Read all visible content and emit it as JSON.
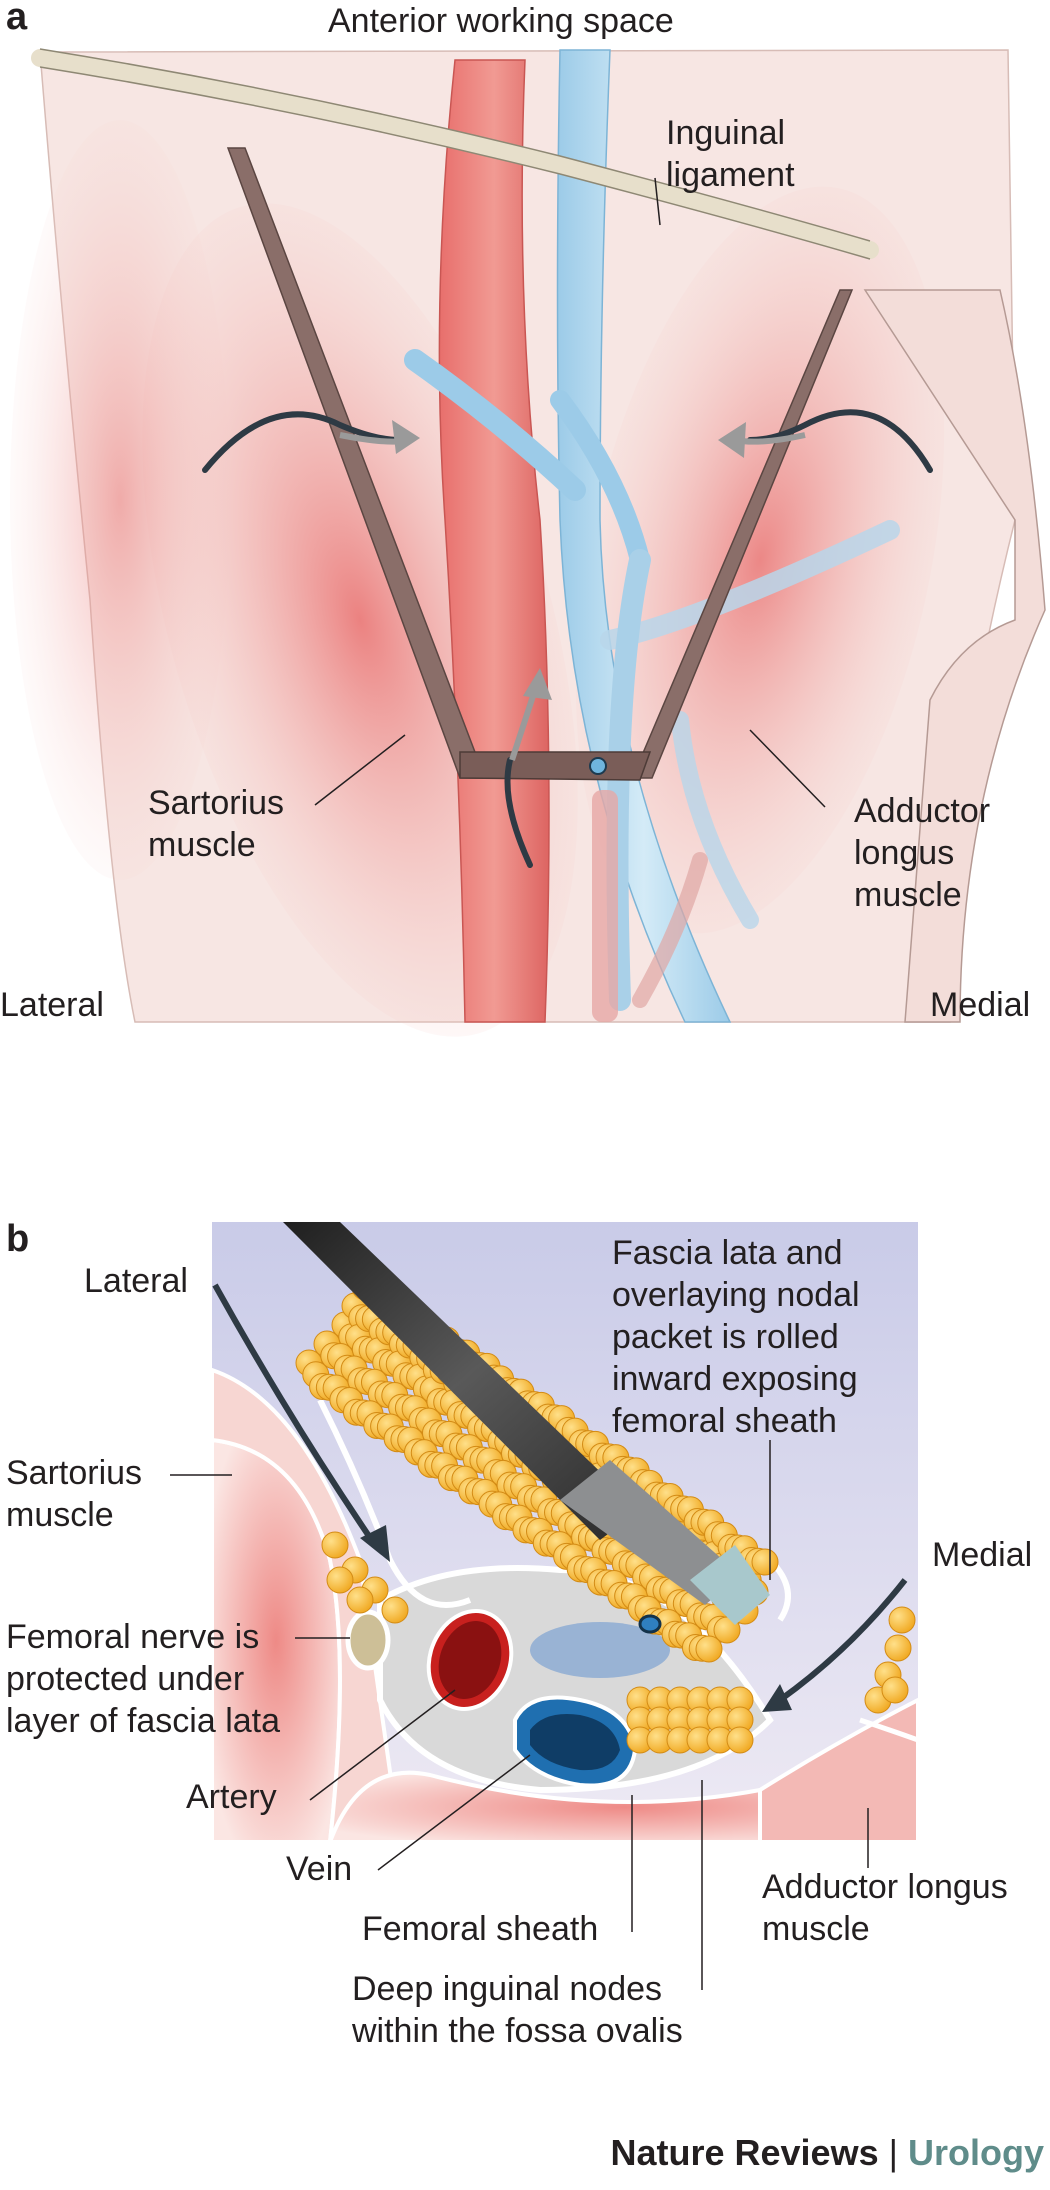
{
  "panel_a": {
    "letter": "a",
    "title": "Anterior working space",
    "labels": {
      "inguinal_ligament": "Inguinal\nligament",
      "sartorius": "Sartorius\nmuscle",
      "adductor": "Adductor\nlongus\nmuscle",
      "lateral": "Lateral",
      "medial": "Medial"
    }
  },
  "panel_b": {
    "letter": "b",
    "labels": {
      "lateral": "Lateral",
      "medial": "Medial",
      "fascia_note": "Fascia lata and\noverlaying nodal\npacket is rolled\ninward exposing\nfemoral sheath",
      "sartorius": "Sartorius\nmuscle",
      "femoral_nerve": "Femoral nerve is\nprotected under\nlayer of fascia lata",
      "artery": "Artery",
      "vein": "Vein",
      "femoral_sheath": "Femoral sheath",
      "deep_nodes": "Deep inguinal nodes\nwithin the fossa ovalis",
      "adductor": "Adductor longus\nmuscle"
    }
  },
  "footer": {
    "publisher": "Nature Reviews",
    "separator": "|",
    "journal": "Urology"
  },
  "colors": {
    "muscle": "#e8817f",
    "skin": "#f6e3e0",
    "vein": "#a9d3ec",
    "artery": "#e06d6c",
    "node": "#f6b92e",
    "instrument": "#3a3a3a",
    "sheath": "#d9d9d9",
    "arrow_dark": "#2e3a44"
  }
}
